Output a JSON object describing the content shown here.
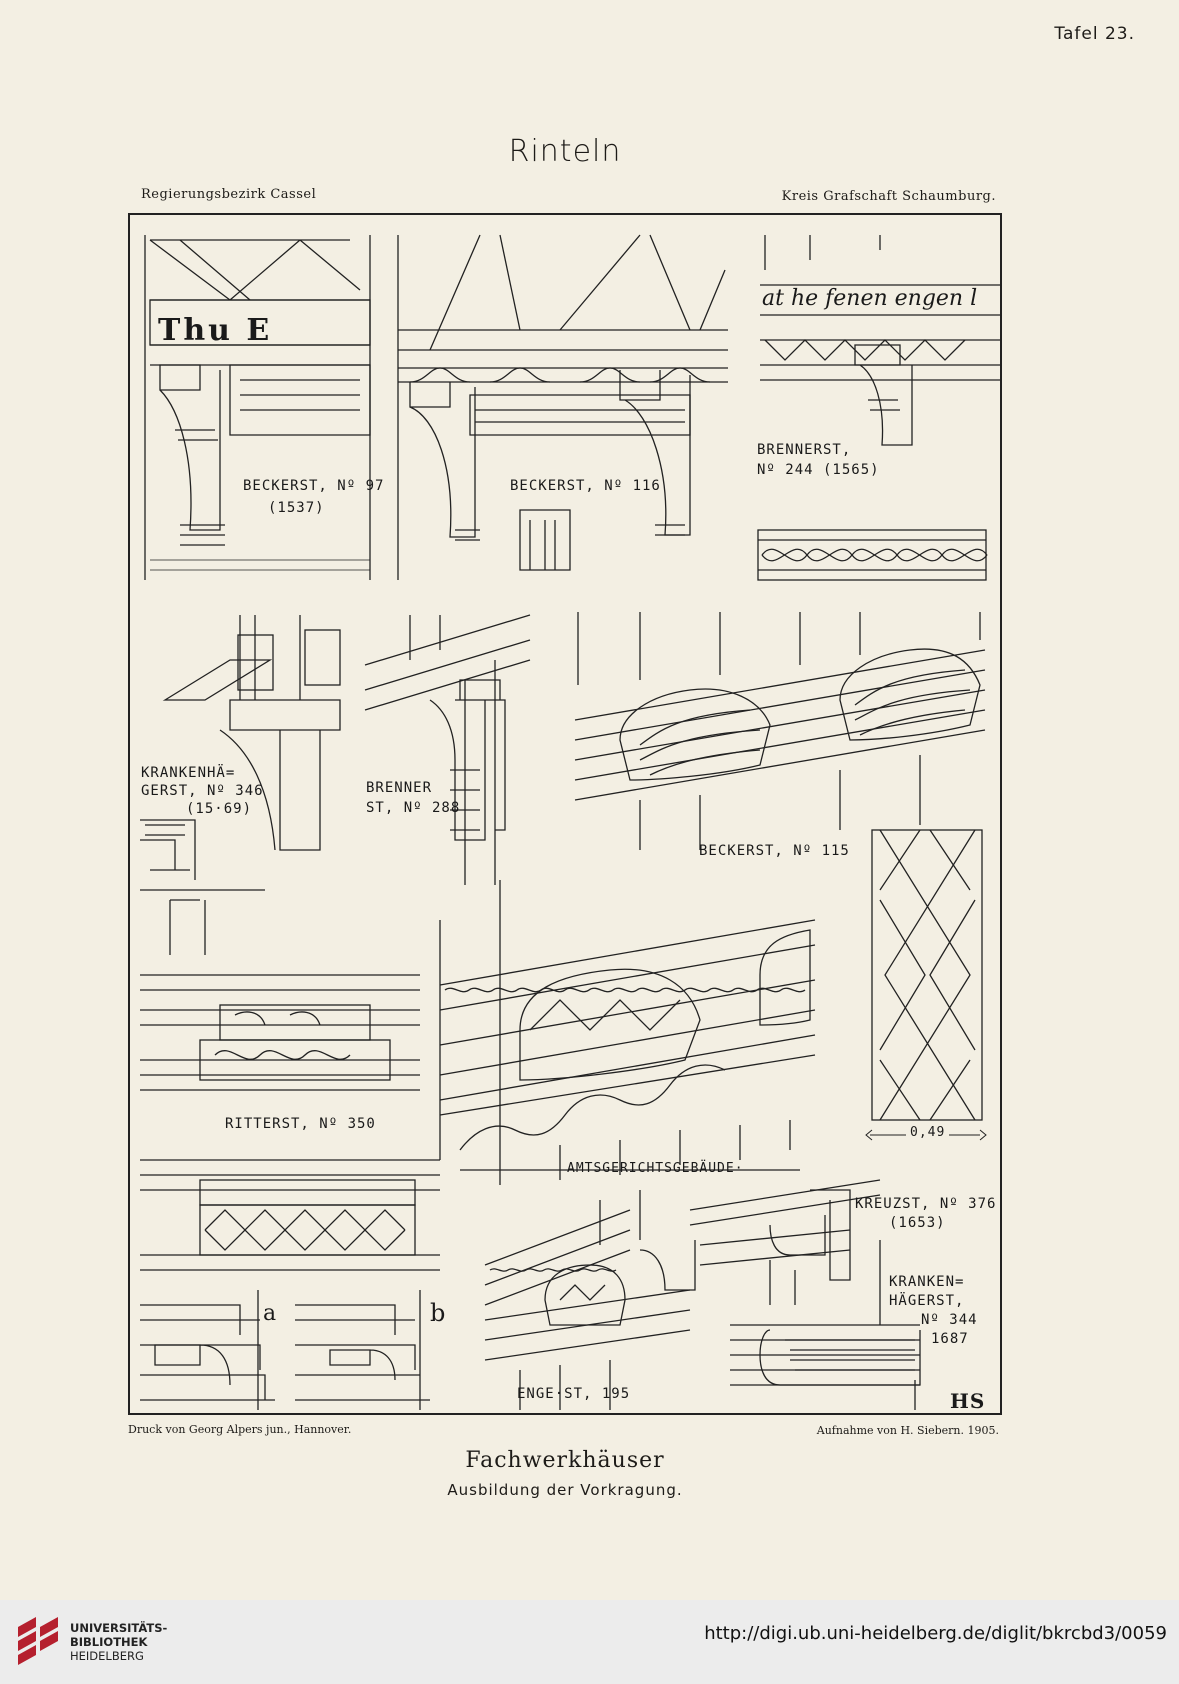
{
  "header": {
    "plate": "Tafel 23.",
    "place": "Rinteln",
    "region_left": "Regierungsbezirk Cassel",
    "region_right": "Kreis Grafschaft Schaumburg."
  },
  "labels": {
    "beckerst97": "BECKERST, Nº 97",
    "beckerst97_year": "(1537)",
    "beckerst116": "BECKERST, Nº 116",
    "brennerst244_a": "BRENNERST,",
    "brennerst244_b": "Nº 244 (1565)",
    "krankenhaegerst346_a": "KRANKENHÄ=",
    "krankenhaegerst346_b": "GERST, Nº 346",
    "krankenhaegerst346_c": "(15·69)",
    "brennerst288_a": "BRENNER",
    "brennerst288_b": "ST, Nº 288",
    "beckerst115": "BECKERST, Nº 115",
    "ritterst350": "RITTERST, Nº 350",
    "amtsgericht": "AMTSGERICHTSGEBÄUDE·",
    "measure": "0,49",
    "kreuzst376_a": "KREUZST, Nº 376",
    "kreuzst376_b": "(1653)",
    "krankenhaegerst344_a": "KRANKEN=",
    "krankenhaegerst344_b": "HÄGERST,",
    "krankenhaegerst344_c": "Nº 344",
    "krankenhaegerst344_d": "1687",
    "engest195": "ENGE·ST, 195",
    "detail_a": "a",
    "detail_b": "b",
    "monogram": "HS",
    "inscription_left": "Thu E",
    "inscription_right": "at he fenen engen l"
  },
  "footer": {
    "printer": "Druck von Georg Alpers jun., Hannover.",
    "survey": "Aufnahme von H. Siebern.   1905.",
    "title": "Fachwerkhäuser",
    "subtitle": "Ausbildung der Vorkragung."
  },
  "library": {
    "line1": "UNIVERSITÄTS-",
    "line2": "BIBLIOTHEK",
    "line3": "HEIDELBERG",
    "url": "http://digi.ub.uni-heidelberg.de/diglit/bkrcbd3/0059",
    "logo_color": "#b5202e"
  }
}
